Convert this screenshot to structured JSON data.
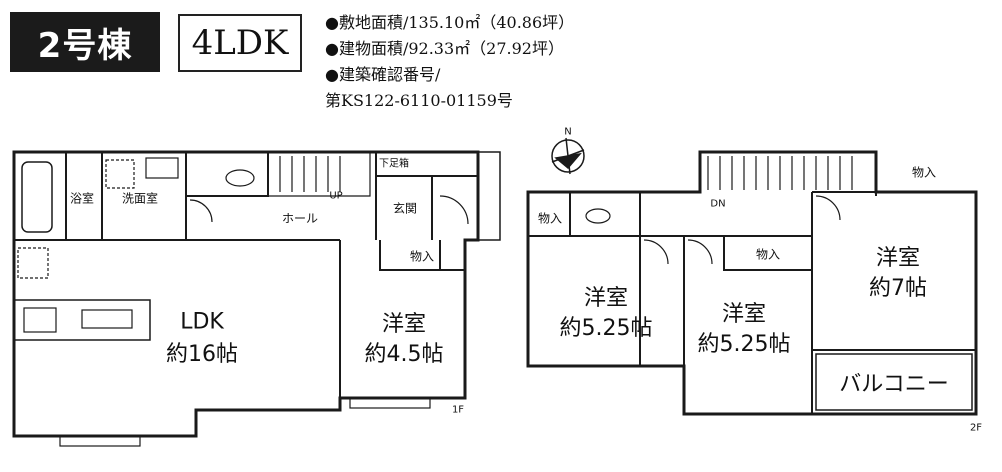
{
  "header": {
    "building_label": "2号棟",
    "layout_type": "4LDK",
    "specs": [
      "●敷地面積/135.10㎡（40.86坪）",
      "●建物面積/92.33㎡（27.92坪）",
      "●建築確認番号/",
      "第KS122-6110-01159号"
    ]
  },
  "floor1": {
    "floor_label": "1F",
    "rooms": {
      "bath": "浴室",
      "washroom": "洗面室",
      "hall": "ホール",
      "entrance": "玄関",
      "shoe_storage": "下足箱",
      "stairs_up": "UP",
      "ldk": "LDK",
      "ldk_size": "約16帖",
      "closet": "物入",
      "western_room": "洋室",
      "western_room_size": "約4.5帖"
    }
  },
  "floor2": {
    "floor_label": "2F",
    "rooms": {
      "stairs_down": "DN",
      "closet_small": "物入",
      "closet_mid": "物入",
      "closet_top": "物入",
      "room_a": "洋室",
      "room_a_size": "約5.25帖",
      "room_b": "洋室",
      "room_b_size": "約5.25帖",
      "room_c": "洋室",
      "room_c_size": "約7帖",
      "balcony": "バルコニー"
    },
    "compass_label": "N"
  }
}
